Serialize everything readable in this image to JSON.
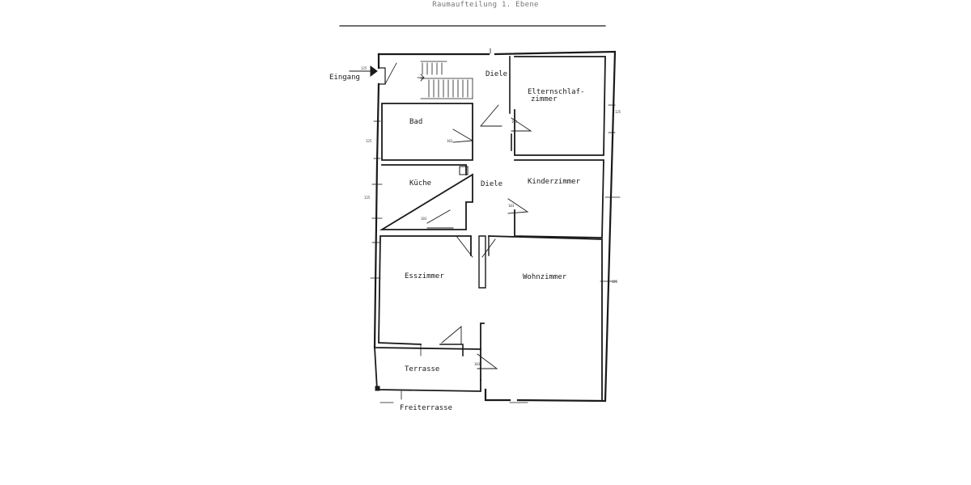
{
  "page_title": "Raumaufteilung 1. Ebene",
  "rooms": {
    "eingang": "Eingang",
    "diele_top": "Diele",
    "elternschlafzimmer_1": "Elternschlaf-",
    "elternschlafzimmer_2": "zimmer",
    "bad": "Bad",
    "kueche": "Küche",
    "diele_mid": "Diele",
    "kinderzimmer": "Kinderzimmer",
    "esszimmer": "Esszimmer",
    "wohnzimmer": "Wohnzimmer",
    "terrasse": "Terrasse",
    "freiterrasse": "Freiterrasse"
  },
  "colors": {
    "line": "#1a1a1a",
    "background": "#ffffff",
    "title": "#777777"
  }
}
